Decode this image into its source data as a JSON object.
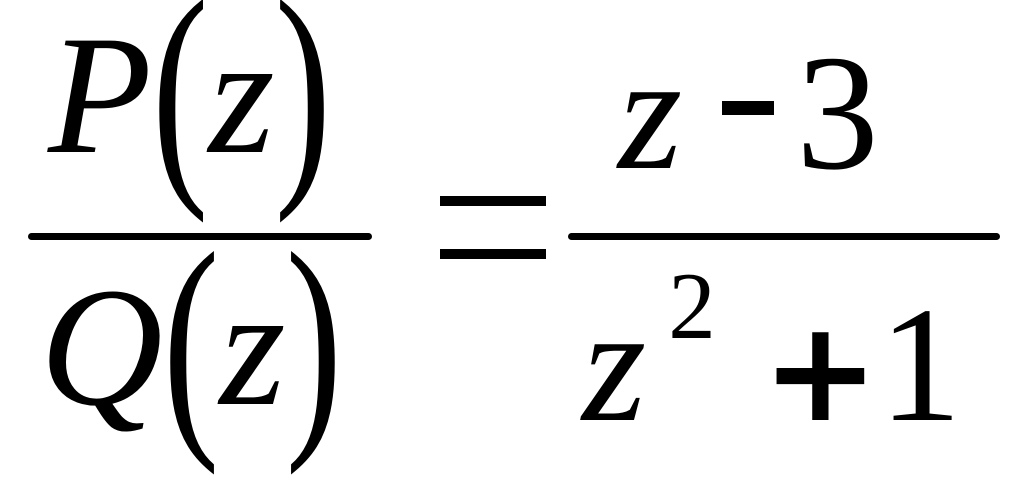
{
  "equation": {
    "lhs": {
      "numerator": {
        "func": "P",
        "open": "(",
        "var": "z",
        "close": ")"
      },
      "denominator": {
        "func": "Q",
        "open": "(",
        "var": "z",
        "close": ")"
      }
    },
    "equals": "=",
    "rhs": {
      "numerator": {
        "var": "z",
        "op": "-",
        "const": "3"
      },
      "denominator": {
        "var": "z",
        "exp": "2",
        "op": "+",
        "const": "1"
      }
    }
  }
}
